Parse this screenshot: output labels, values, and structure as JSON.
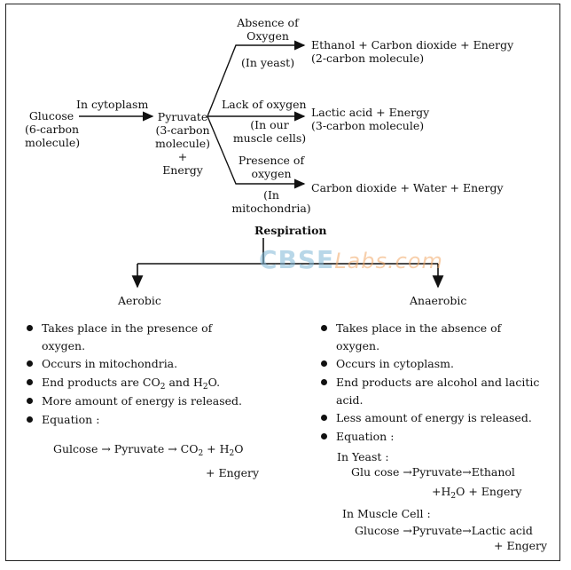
{
  "flow": {
    "glucose": [
      "Glucose",
      "(6-carbon",
      "molecule)"
    ],
    "in_cytoplasm": "In cytoplasm",
    "pyruvate": [
      "Pyruvate",
      "(3-carbon",
      "molecule)",
      "+",
      "Energy"
    ],
    "branch1_top": [
      "Absence of",
      "Oxygen"
    ],
    "branch1_bottom": "(In yeast)",
    "branch1_result": [
      "Ethanol + Carbon dioxide + Energy",
      "(2-carbon molecule)"
    ],
    "branch2_top": "Lack of oxygen",
    "branch2_bottom": [
      "(In our",
      "muscle cells)"
    ],
    "branch2_result": [
      "Lactic acid + Energy",
      "(3-carbon molecule)"
    ],
    "branch3_top": [
      "Presence of",
      "oxygen"
    ],
    "branch3_bottom": [
      "(In",
      "mitochondria)"
    ],
    "branch3_result": "Carbon dioxide + Water + Energy"
  },
  "respiration": {
    "title": "Respiration",
    "watermark_a": "CBSE",
    "watermark_b": "Labs.com",
    "aerobic": {
      "heading": "Aerobic",
      "points": [
        [
          "Takes place in the presence of",
          "oxygen."
        ],
        [
          "Occurs in mitochondria."
        ],
        [
          "End products are CO",
          "2",
          " and H",
          "2",
          "O."
        ],
        [
          "More amount of energy is released."
        ],
        [
          "Equation :"
        ]
      ],
      "equation_line1": [
        "Gulcose → Pyruvate → CO",
        "2",
        " + H",
        "2",
        "O"
      ],
      "equation_line2": "+ Engery"
    },
    "anaerobic": {
      "heading": "Anaerobic",
      "points": [
        [
          "Takes place in the absence of",
          "oxygen."
        ],
        [
          "Occurs in cytoplasm."
        ],
        [
          "End products are alcohol and lacitic",
          "acid."
        ],
        [
          "Less amount of energy is released."
        ],
        [
          "Equation :"
        ]
      ],
      "yeast_label": "In Yeast :",
      "yeast_line1": "Glu cose →Pyruvate→Ethanol",
      "yeast_line2": [
        "+H",
        "2",
        "O + Engery"
      ],
      "muscle_label": "In Muscle Cell :",
      "muscle_line1": "Glucose →Pyruvate→Lactic acid",
      "muscle_line2": "+ Engery"
    }
  }
}
